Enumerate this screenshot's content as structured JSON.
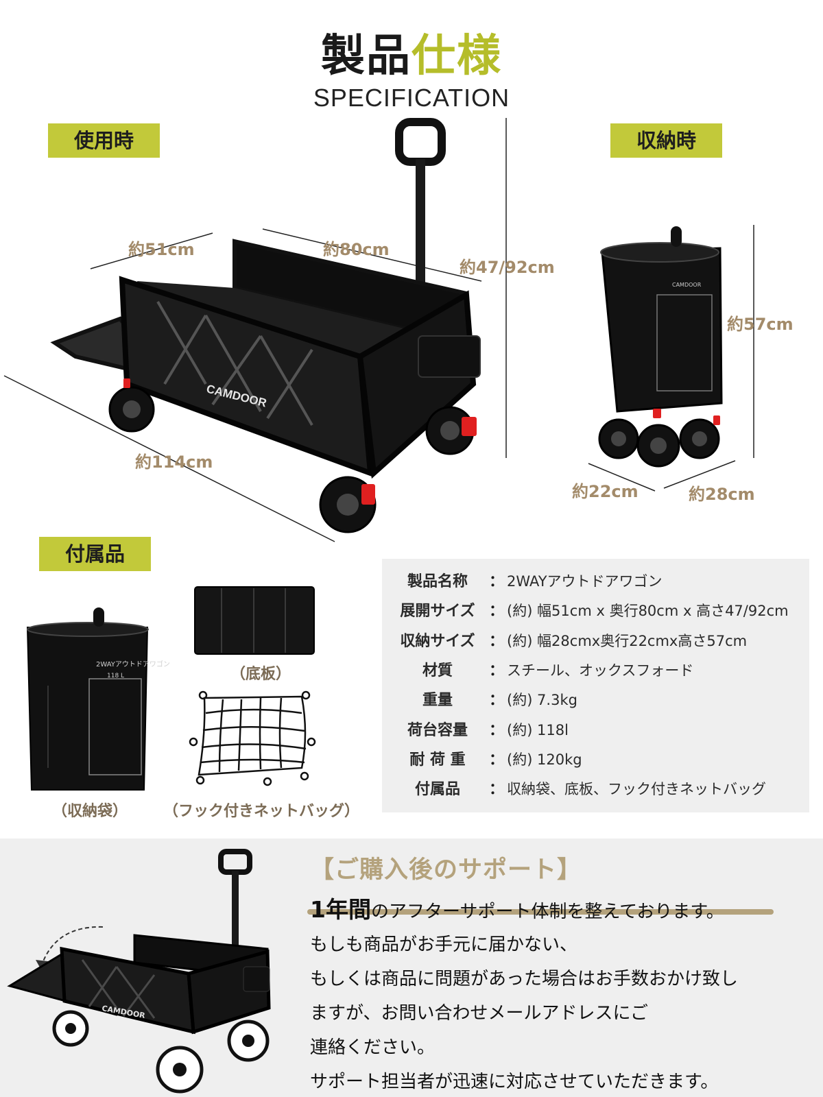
{
  "header": {
    "title_black": "製品",
    "title_accent": "仕様",
    "subtitle": "SPECIFICATION"
  },
  "sections": {
    "in_use": "使用時",
    "stored": "収納時",
    "accessories": "付属品"
  },
  "dimensions": {
    "in_use": {
      "width": "約51cm",
      "depth": "約80cm",
      "height": "約47/92cm",
      "length": "約114cm"
    },
    "stored": {
      "height": "約57cm",
      "depth": "約22cm",
      "width": "約28cm"
    }
  },
  "wagon": {
    "brand": "CAMDOOR",
    "bag_brand": "CAMDOOR",
    "bag_model": "2WAYアウトドアワゴン",
    "capacity_badge": "118 L"
  },
  "accessories": {
    "storage_bag": "（収納袋）",
    "bottom_board": "（底板）",
    "net_bag": "（フック付きネットバッグ）"
  },
  "spec_table": [
    {
      "label": "製品名称",
      "value": "2WAYアウトドアワゴン"
    },
    {
      "label": "展開サイズ",
      "value": "(約) 幅51cm x 奥行80cm x 高さ47/92cm"
    },
    {
      "label": "収納サイズ",
      "value": "(約) 幅28cmx奥行22cmx高さ57cm"
    },
    {
      "label": "材質",
      "value": "スチール、オックスフォード"
    },
    {
      "label": "重量",
      "value": "(約) 7.3kg"
    },
    {
      "label": "荷台容量",
      "value": "(約) 118l"
    },
    {
      "label": "耐 荷 重",
      "value": "(約) 120kg"
    },
    {
      "label": "付属品",
      "value": "収納袋、底板、フック付きネットバッグ"
    }
  ],
  "spec_colon": "：",
  "support": {
    "title": "【ご購入後のサポート】",
    "highlight": "1年間",
    "line1_rest": "のアフターサポート体制を整えております。",
    "line2": "もしも商品がお手元に届かない、",
    "line3": "もしくは商品に問題があった場合はお手数おかけ致し",
    "line4": "ますが、お問い合わせメールアドレスにご",
    "line5": "連絡ください。",
    "line6": "サポート担当者が迅速に対応させていただきます。"
  },
  "colors": {
    "accent": "#b5bd2a",
    "tag": "#c2c93a",
    "dimension_text": "#a38b6a",
    "support_title": "#b4a27c",
    "spec_background": "#efefef"
  }
}
